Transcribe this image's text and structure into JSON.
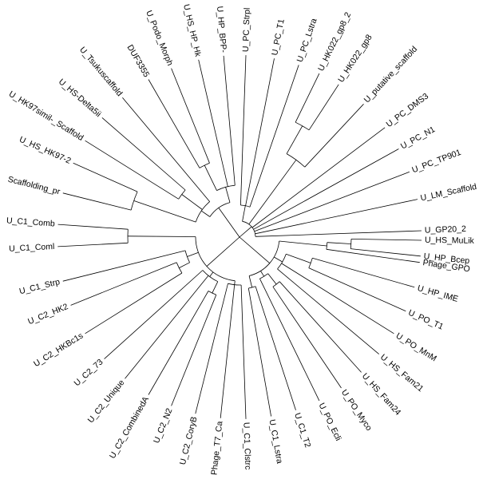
{
  "leaves": [
    {
      "id": "U_GP20_2",
      "label": "U_GP20_2"
    },
    {
      "id": "U_LM_Scaffold",
      "label": "U_LM_Scaffold"
    },
    {
      "id": "U_PC_TP901",
      "label": "U_PC_TP901"
    },
    {
      "id": "U_PC_N1",
      "label": "U_PC_N1"
    },
    {
      "id": "U_PC_DMS3",
      "label": "U_PC_DMS3"
    },
    {
      "id": "U_putative_scaffold",
      "label": "U_putative_scaffold"
    },
    {
      "id": "U_HK022_gp8",
      "label": "U_HK022_gp8"
    },
    {
      "id": "U_HK022_gp8_2",
      "label": "U_HK022_gp8_2"
    },
    {
      "id": "U_PC_Lstra",
      "label": "U_PC_Lstra"
    },
    {
      "id": "U_PC_T1",
      "label": "U_PC_T1"
    },
    {
      "id": "U_PC_Strpl",
      "label": "U_PC_Strpl"
    },
    {
      "id": "U_HP_BPP",
      "label": "U_HP_BPP-"
    },
    {
      "id": "U_HS_HP_Hk",
      "label": "U_HS_HP_Hk"
    },
    {
      "id": "U_Podo_Morph",
      "label": "U_Podo_Morph"
    },
    {
      "id": "DUF3355",
      "label": "DUF3355"
    },
    {
      "id": "U_Tsukuscaffold",
      "label": "U_Tsukuscaffold"
    },
    {
      "id": "U_HS_Delta5ii",
      "label": "U_HS-Delta5ii"
    },
    {
      "id": "U_HK97simil_Scaffold",
      "label": "U_HK97simil-_Scaffold"
    },
    {
      "id": "U_HS_HK97_2",
      "label": "U_HS_HK97-2"
    },
    {
      "id": "Scaffolding_pr",
      "label": "Scaffolding_pr"
    },
    {
      "id": "U_C1_Comb",
      "label": "U_C1_Comb"
    },
    {
      "id": "U_C1_Coml",
      "label": "U_C1_Coml"
    },
    {
      "id": "U_C1_Strp",
      "label": "U_C1_Strp"
    },
    {
      "id": "U_C2_HK2",
      "label": "U_C2_HK2"
    },
    {
      "id": "U_C2_HKBc1s",
      "label": "U_C2_HKBc1s"
    },
    {
      "id": "U_C2_73",
      "label": "U_C2_73"
    },
    {
      "id": "U_C2_Unique",
      "label": "U_C2_Unique"
    },
    {
      "id": "U_C2_Combined",
      "label": "U_C2_CombinedA"
    },
    {
      "id": "U_C2_N2",
      "label": "U_C2_N2"
    },
    {
      "id": "U_C2_CoryB",
      "label": "U_C2_CoryB"
    },
    {
      "id": "Phage_T7_Ca",
      "label": "Phage_T7_Ca"
    },
    {
      "id": "U_C1_Clstr",
      "label": "U_C1_Clstrc"
    },
    {
      "id": "U_C1_Lstra",
      "label": "U_C1_Lstra"
    },
    {
      "id": "U_C1_T2",
      "label": "U_C1_T2"
    },
    {
      "id": "U_PO_Ecli",
      "label": "U_PO_Ecli"
    },
    {
      "id": "U_PO_Myco",
      "label": "U_PO_Myco"
    },
    {
      "id": "U_HS_Fam24",
      "label": "U_HS_Fam24"
    },
    {
      "id": "U_HS_Fam21",
      "label": "U_HS_Fam21"
    },
    {
      "id": "U_PO_MnM",
      "label": "U_PO_MnM"
    },
    {
      "id": "U_PO_T1",
      "label": "U_PO_T1"
    },
    {
      "id": "U_HP_IME",
      "label": "U_HP_IME"
    },
    {
      "id": "Phage_GPO",
      "label": "Phage_GPO"
    },
    {
      "id": "U_HS_MuLik",
      "label": "U_HS_MuLik"
    },
    {
      "id": "U_HP_Bcep",
      "label": "U_HP_Bcep"
    }
  ]
}
